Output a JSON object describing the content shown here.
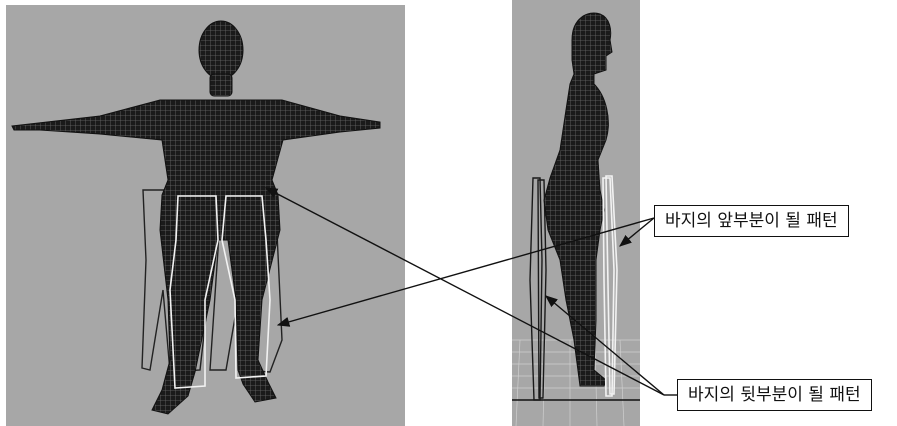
{
  "labels": {
    "front_pattern": "바지의 앞부분이 될 패턴",
    "back_pattern": "바지의 뒷부분이 될 패턴"
  },
  "views": [
    "front",
    "side"
  ],
  "colors": {
    "viewport_bg": "#a7a7a7",
    "mesh": "#111111",
    "mesh_wire": "#5a5a5a",
    "front_pattern_outline": "#f2f2f2",
    "back_pattern_outline": "#222222",
    "arrow": "#111111"
  }
}
